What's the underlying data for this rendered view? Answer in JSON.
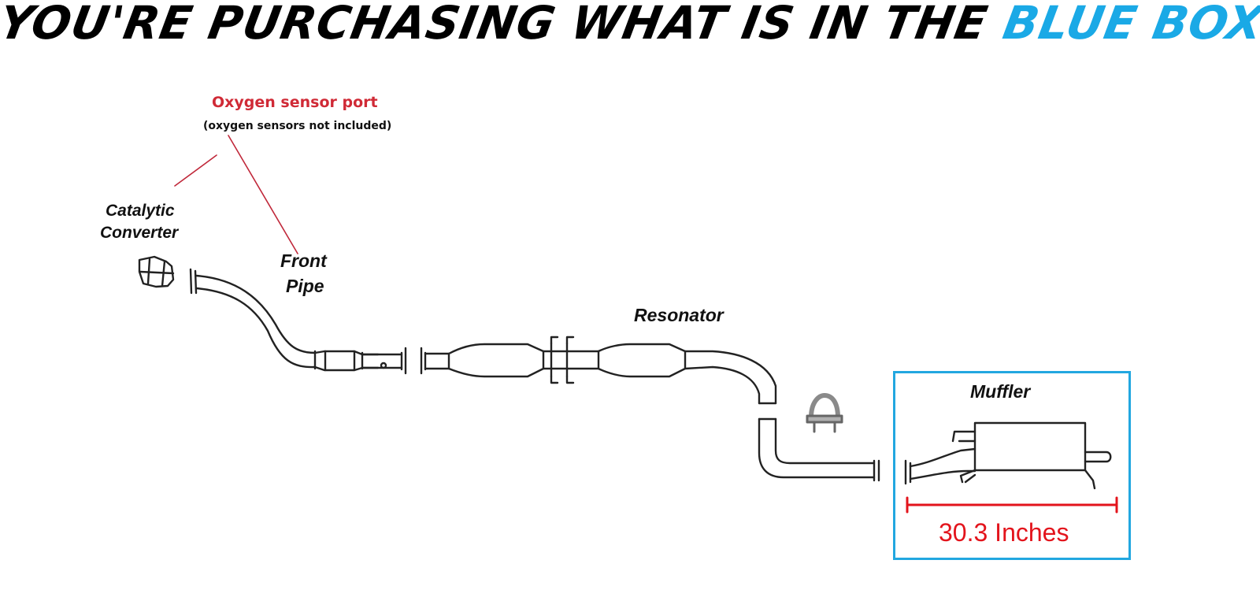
{
  "banner": {
    "text_main": "YOU'RE PURCHASING WHAT IS IN THE",
    "text_highlight": "BLUE BOX",
    "highlight_color": "#1aa9e6"
  },
  "sensor_note": {
    "title": "Oxygen sensor port",
    "subtitle": "(oxygen sensors not included)",
    "color": "#d02a36"
  },
  "parts": {
    "catalytic_converter_line1": "Catalytic",
    "catalytic_converter_line2": "Converter",
    "front_pipe_line1": "Front",
    "front_pipe_line2": "Pipe",
    "resonator": "Resonator",
    "muffler": "Muffler"
  },
  "measurement": {
    "text": "30.3 Inches",
    "color": "#e3141c"
  },
  "box_color": "#22a7e0"
}
